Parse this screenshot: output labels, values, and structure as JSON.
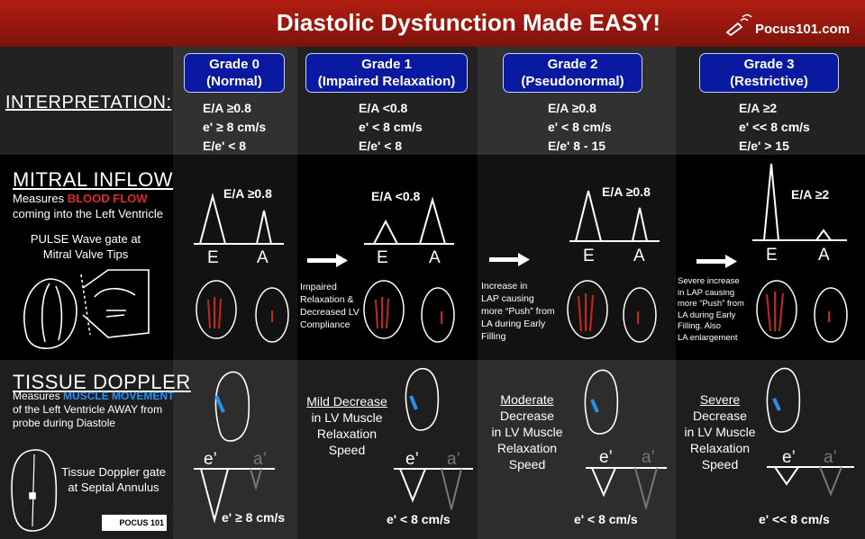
{
  "header": {
    "title": "Diastolic Dysfunction Made EASY!",
    "brand": "Pocus101.com"
  },
  "interpretation": {
    "label": "INTERPRETATION:"
  },
  "grades": [
    {
      "title": "Grade 0",
      "subtitle": "(Normal)",
      "criteria": [
        "E/A ≥0.8",
        "e' ≥ 8 cm/s",
        "E/e'  < 8"
      ],
      "mitral_label": "E/A ≥0.8",
      "tissue_value": "e' ≥ 8 cm/s"
    },
    {
      "title": "Grade 1",
      "subtitle": "(Impaired Relaxation)",
      "criteria": [
        "E/A <0.8",
        "e' < 8 cm/s",
        "E/e'  < 8"
      ],
      "mitral_label": "E/A <0.8",
      "note": [
        "Impaired",
        "Relaxation &",
        "Decreased LV",
        "Compliance"
      ],
      "tissue_desc": [
        "Mild Decrease",
        "in LV Muscle",
        "Relaxation",
        "Speed"
      ],
      "tissue_value": "e' < 8 cm/s"
    },
    {
      "title": "Grade 2",
      "subtitle": "(Pseudonormal)",
      "criteria": [
        "E/A ≥0.8",
        "e' < 8 cm/s",
        "E/e'  8 - 15"
      ],
      "mitral_label": "E/A ≥0.8",
      "note": [
        "Increase in",
        "LAP causing",
        "more “Push” from",
        "LA during Early",
        "Filling"
      ],
      "tissue_desc": [
        "Moderate",
        "Decrease",
        "in LV Muscle",
        "Relaxation",
        "Speed"
      ],
      "tissue_value": "e' < 8 cm/s"
    },
    {
      "title": "Grade 3",
      "subtitle": "(Restrictive)",
      "criteria": [
        "E/A ≥2",
        "e' << 8 cm/s",
        "E/e'  > 15"
      ],
      "mitral_label": "E/A ≥2",
      "note": [
        "Severe increase",
        "in LAP causing",
        "more “Push” from",
        "LA during Early",
        "Filling. Also",
        "LA enlargement"
      ],
      "tissue_desc": [
        "Severe",
        "Decrease",
        "in LV Muscle",
        "Relaxation",
        "Speed"
      ],
      "tissue_value": "e' << 8 cm/s"
    }
  ],
  "mitral": {
    "title": "MITRAL INFLOW",
    "desc_pre": "Measures ",
    "desc_emph": "BLOOD FLOW",
    "desc_line2": "coming into the Left Ventricle",
    "gate": [
      "PULSE Wave gate at",
      "Mitral Valve Tips"
    ],
    "e_letter": "E",
    "a_letter": "A"
  },
  "tissue": {
    "title": "TISSUE DOPPLER",
    "desc_pre": "Measures ",
    "desc_emph": "MUSCLE MOVEMENT",
    "desc_line2": "of the Left Ventricle AWAY from",
    "desc_line3": "probe during Diastole",
    "gate": [
      "Tissue Doppler gate",
      "at Septal Annulus"
    ],
    "e_prime": "e’",
    "a_prime": "a’",
    "logo": "POCUS 101"
  },
  "colors": {
    "header": "#a3180e",
    "grade_box": "#0a1aa0",
    "emph_red": "#e02828",
    "emph_blue": "#2a8ff0"
  }
}
